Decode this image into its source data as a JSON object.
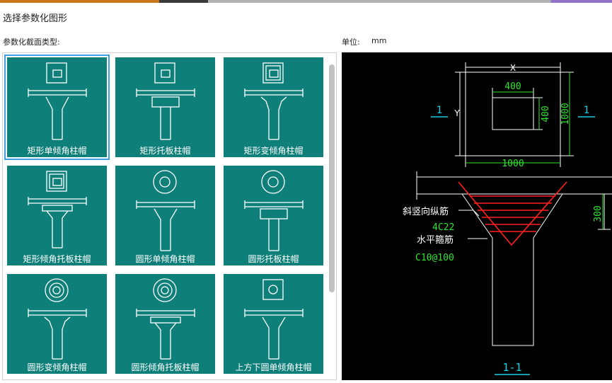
{
  "dialog": {
    "title": "选择参数化图形",
    "section_type_label": "参数化截面类型:",
    "unit_label": "单位:",
    "unit_value": "mm"
  },
  "shapes": [
    {
      "label": "矩形单倾角柱帽",
      "selected": true
    },
    {
      "label": "矩形托板柱帽",
      "selected": false
    },
    {
      "label": "矩形变倾角柱帽",
      "selected": false
    },
    {
      "label": "矩形倾角托板柱帽",
      "selected": false
    },
    {
      "label": "圆形单倾角柱帽",
      "selected": false
    },
    {
      "label": "圆形托板柱帽",
      "selected": false
    },
    {
      "label": "圆形变倾角柱帽",
      "selected": false
    },
    {
      "label": "圆形倾角托板柱帽",
      "selected": false
    },
    {
      "label": "上方下圆单倾角柱帽",
      "selected": false
    }
  ],
  "preview": {
    "dim_x": "X",
    "dim_y": "Y",
    "dim_400_top": "400",
    "dim_400_side": "400",
    "dim_1000_side": "1000",
    "dim_1000_bottom": "1000",
    "section_mark_left": "1",
    "section_mark_right": "1",
    "label_inclined_rebar": "斜竖向纵筋",
    "value_inclined_rebar": "4C22",
    "label_hoop": "水平箍筋",
    "value_hoop": "C10@100",
    "dim_300": "300",
    "section_name": "1-1"
  },
  "colors": {
    "tile_bg": "#0f7f79",
    "selected_border": "#3aa0e8",
    "cad_bg": "#000000",
    "cad_green": "#2ee62e",
    "cad_red": "#ff2020",
    "cad_cyan": "#19d1e6"
  }
}
